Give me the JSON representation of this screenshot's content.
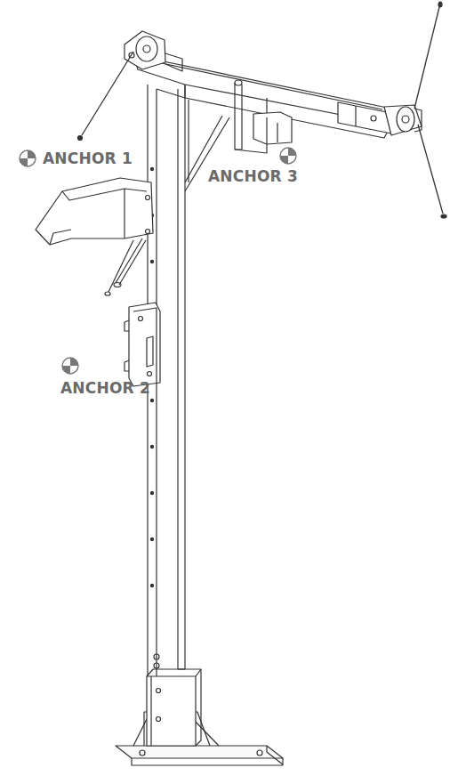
{
  "diagram": {
    "labels": [
      "ANCHOR 1",
      "ANCHOR 2",
      "ANCHOR 3"
    ]
  }
}
